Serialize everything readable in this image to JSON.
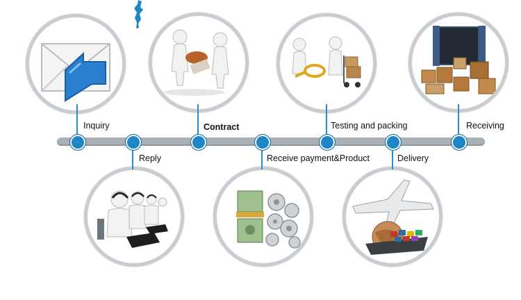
{
  "steps": [
    {
      "label": "Inquiry"
    },
    {
      "label": "Reply"
    },
    {
      "label": "Contract"
    },
    {
      "label": "Receive payment&Product"
    },
    {
      "label": "Testing and packing"
    },
    {
      "label": "Delivery"
    },
    {
      "label": "Receiving"
    }
  ],
  "colors": {
    "timeline": "#a9b1b7",
    "node": "#1f86c6",
    "ring": "#c9cdd1",
    "accent_blue": "#1f86c6"
  },
  "icons": {
    "inquiry": "envelope-reply-icon",
    "reply": "call-center-icon",
    "contract": "handshake-figures-icon",
    "payment": "money-gears-icon",
    "testing": "magnifier-boxes-icon",
    "delivery": "plane-ship-globe-icon",
    "receiving": "container-boxes-icon"
  }
}
